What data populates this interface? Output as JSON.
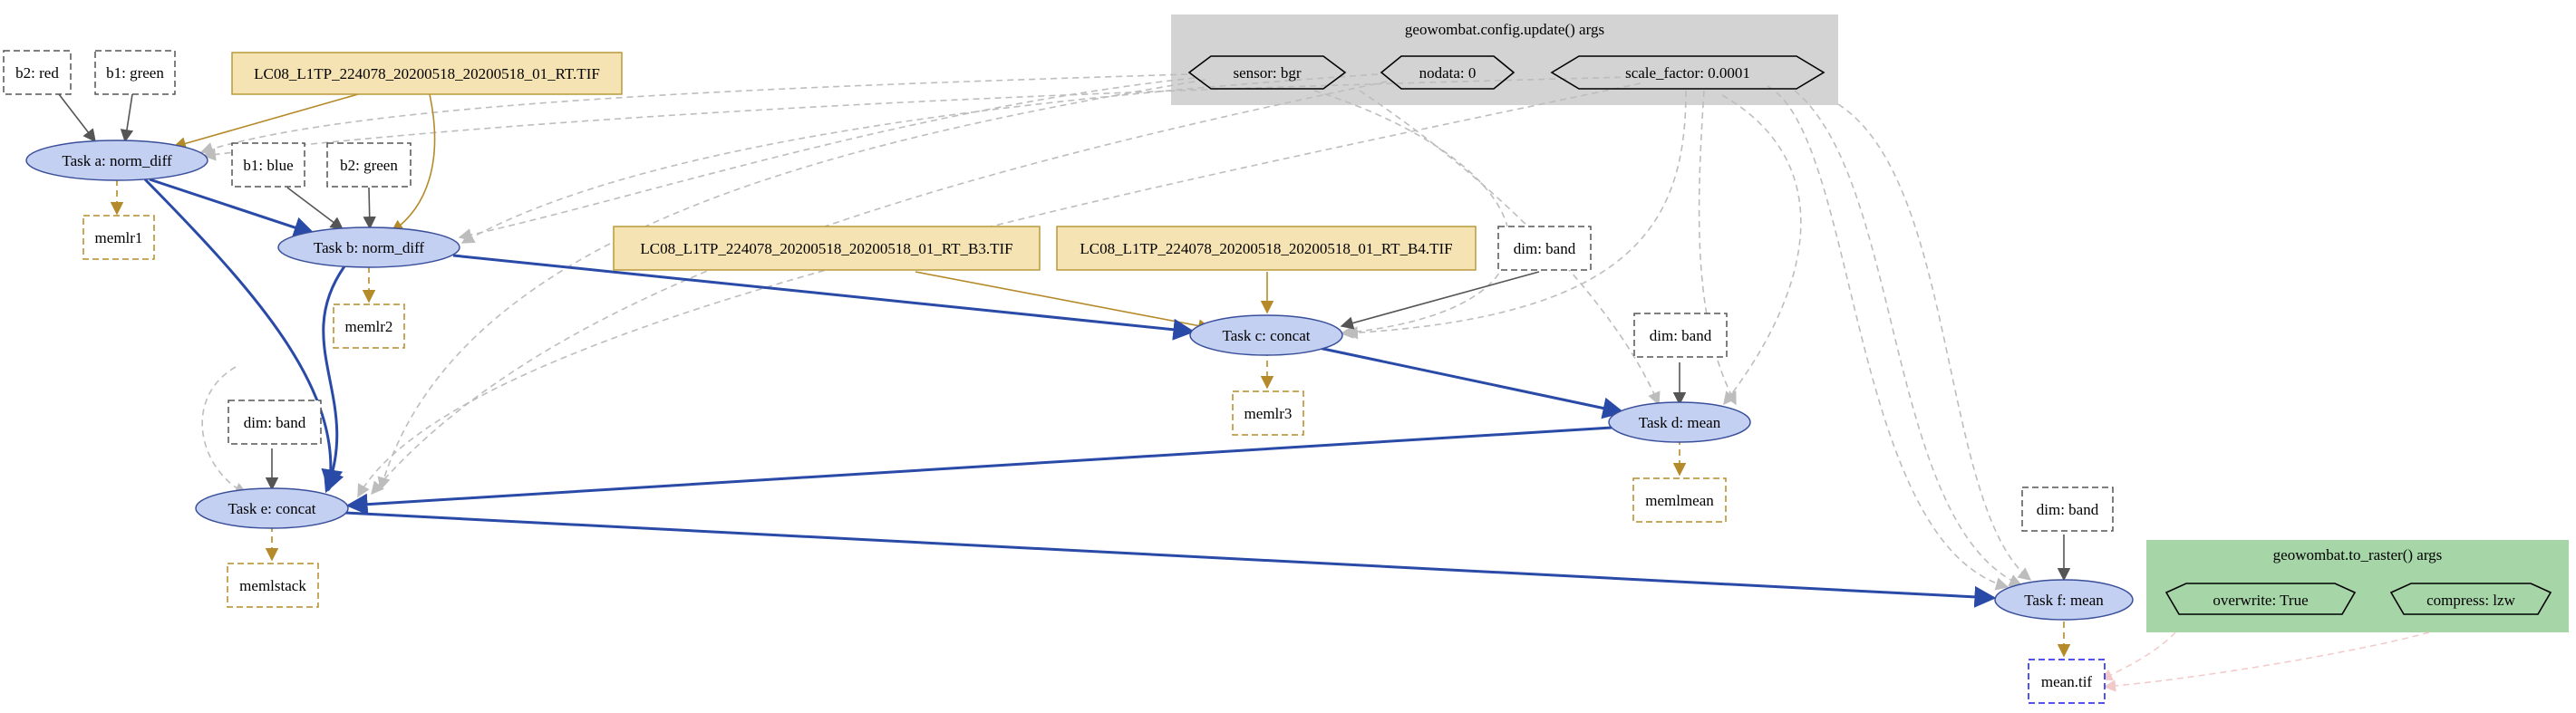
{
  "clusters": {
    "config": {
      "label": "geowombat.config.update() args",
      "color": "#d3d3d3"
    },
    "raster": {
      "label": "geowombat.to_raster() args",
      "color": "#a6d5a8"
    }
  },
  "nodes": {
    "b2_red": "b2: red",
    "b1_green": "b1: green",
    "file_rt": "LC08_L1TP_224078_20200518_20200518_01_RT.TIF",
    "task_a": "Task a: norm_diff",
    "memlr1": "memlr1",
    "b1_blue": "b1: blue",
    "b2_green": "b2: green",
    "task_b": "Task b: norm_diff",
    "memlr2": "memlr2",
    "file_b3": "LC08_L1TP_224078_20200518_20200518_01_RT_B3.TIF",
    "file_b4": "LC08_L1TP_224078_20200518_20200518_01_RT_B4.TIF",
    "dim_c": "dim: band",
    "task_c": "Task c: concat",
    "memlr3": "memlr3",
    "dim_d": "dim: band",
    "task_d": "Task d: mean",
    "memlmean": "memlmean",
    "dim_e": "dim: band",
    "task_e": "Task e: concat",
    "memlstack": "memlstack",
    "dim_f": "dim: band",
    "task_f": "Task f: mean",
    "mean_tif": "mean.tif",
    "sensor": "sensor: bgr",
    "nodata": "nodata: 0",
    "scale_factor": "scale_factor: 0.0001",
    "overwrite": "overwrite: True",
    "compress": "compress: lzw"
  },
  "colors": {
    "task_fill": "#c3d0f2",
    "task_stroke": "#3a4f9a",
    "file_fill": "#f5e3b3",
    "file_stroke": "#b89a3c",
    "task_edge": "#2a4aa8",
    "file_edge": "#b58a2a",
    "param_edge": "#555555",
    "config_edge": "#bdbdbd",
    "raster_edge": "#f2c9c9",
    "output_stroke": "#1a1aee"
  }
}
